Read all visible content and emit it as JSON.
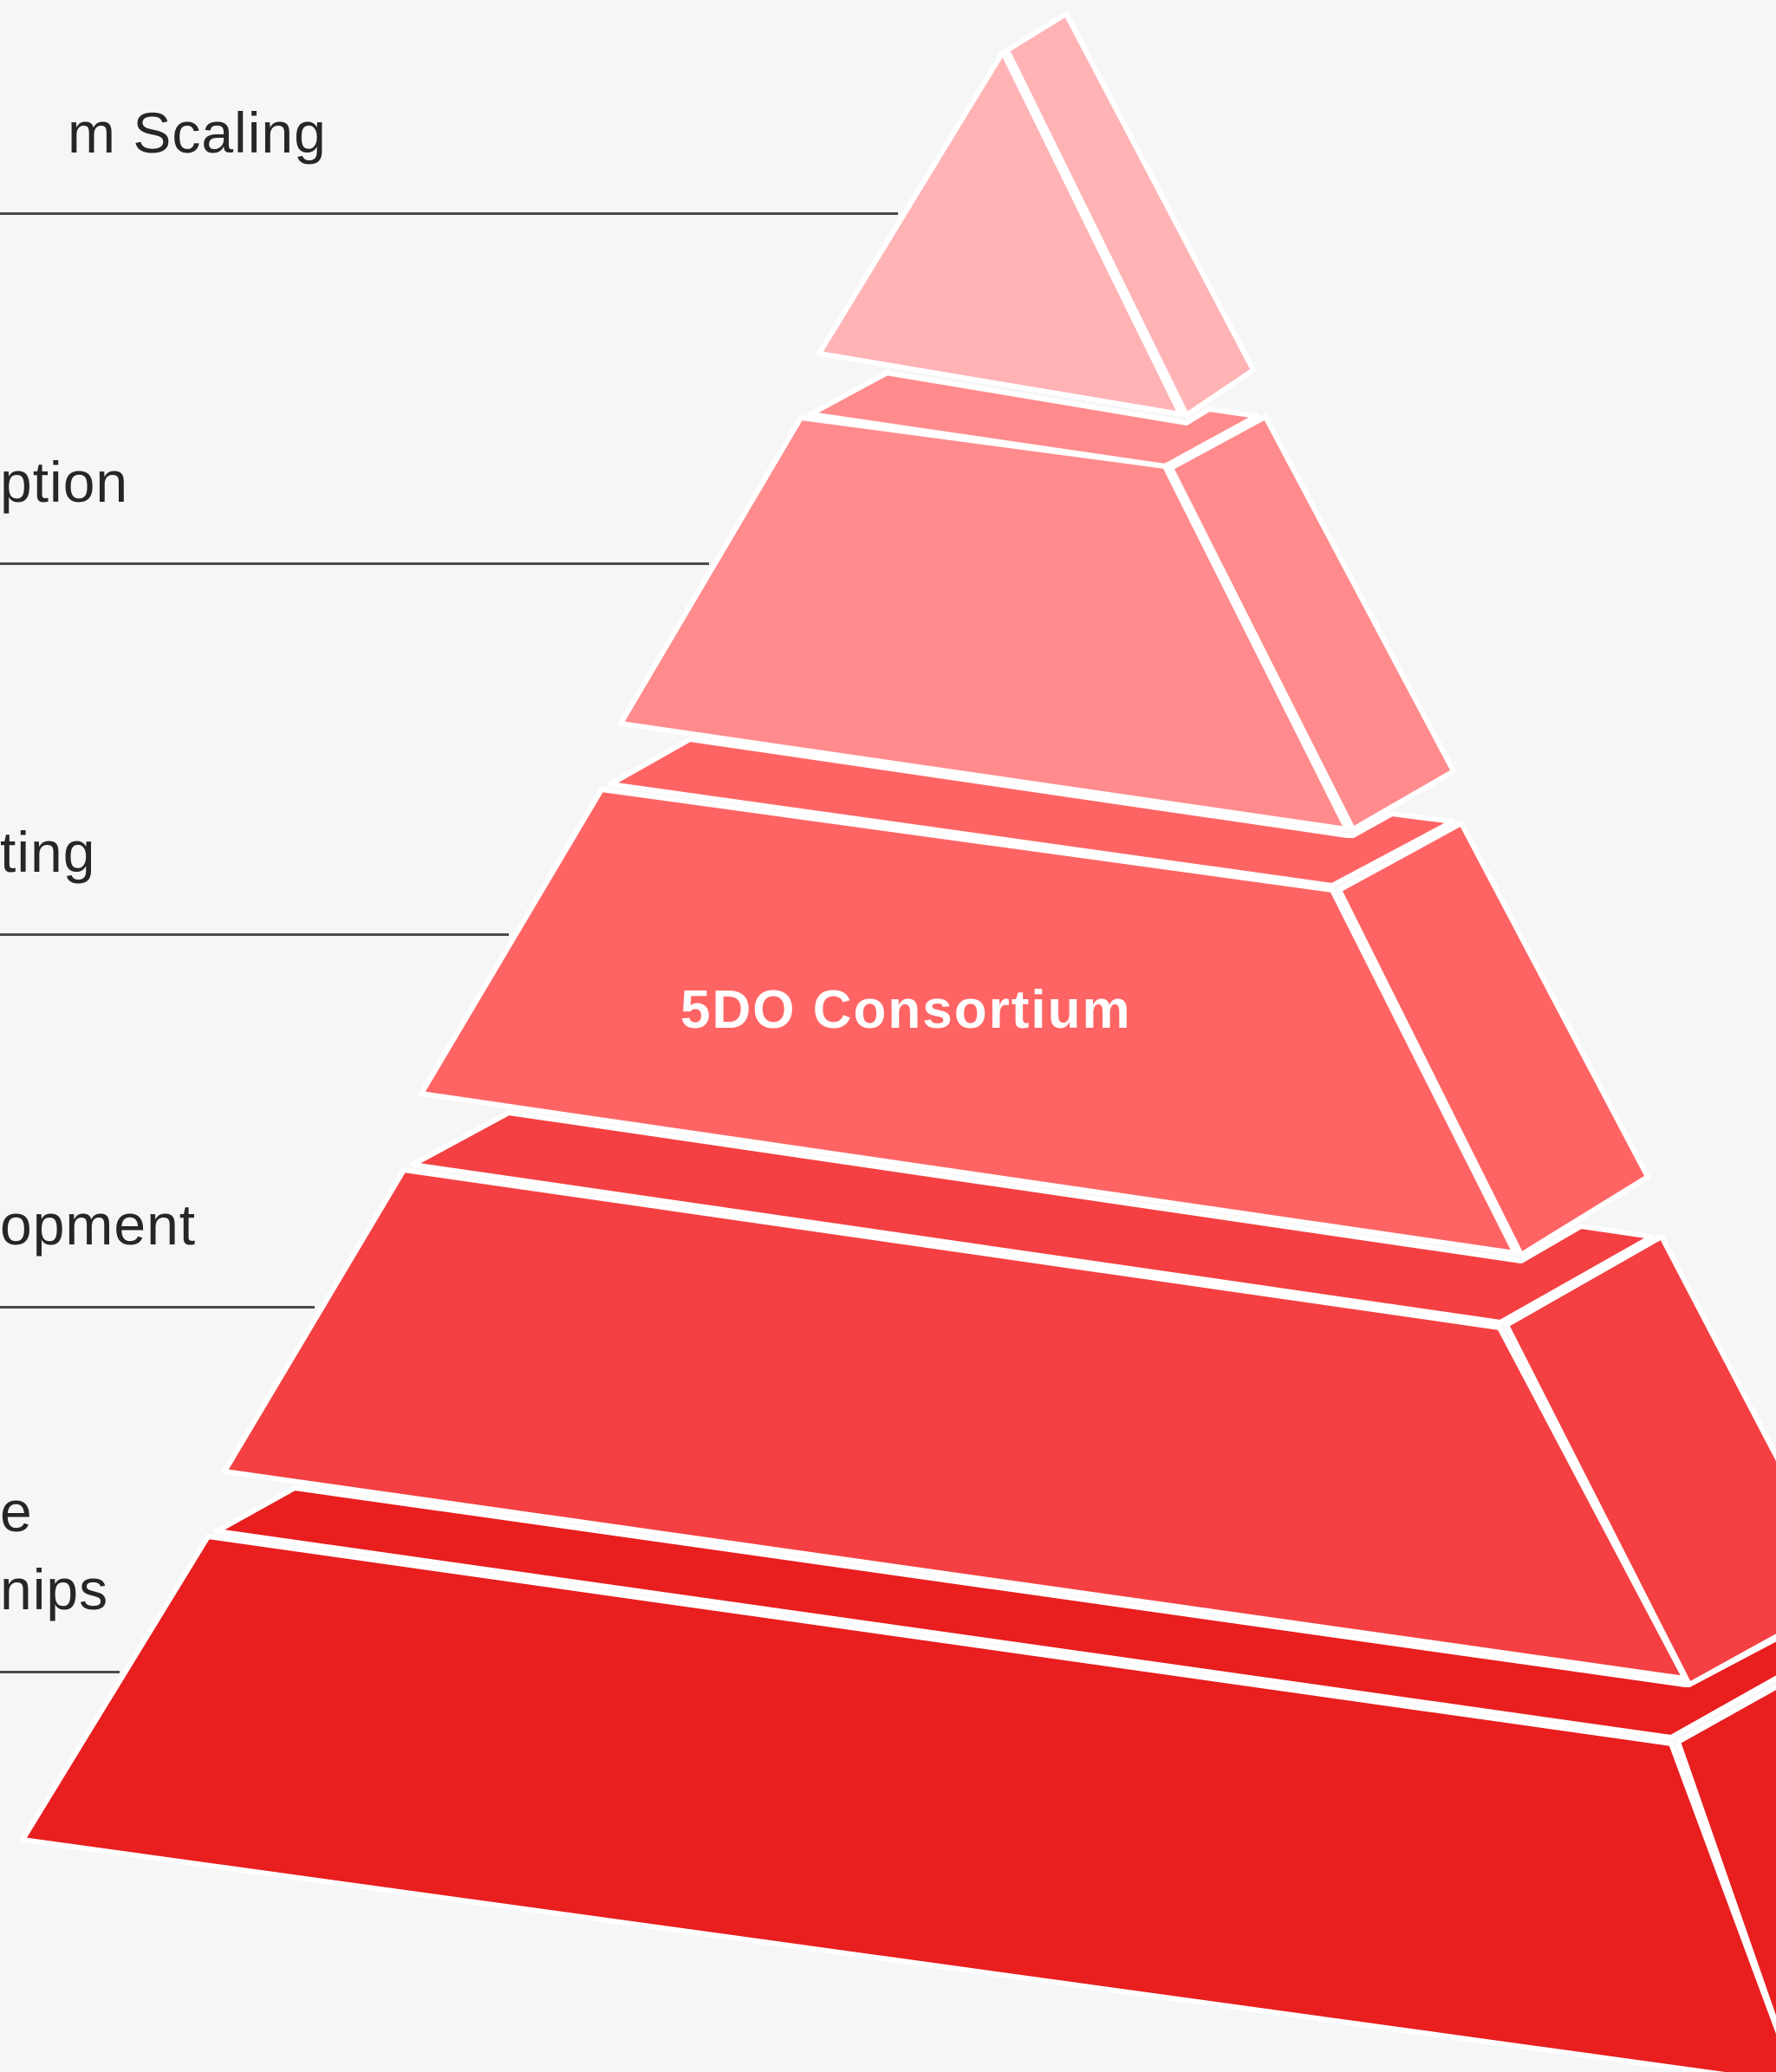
{
  "labels": [
    {
      "text": "m Scaling"
    },
    {
      "text": "ption"
    },
    {
      "text": "ting"
    },
    {
      "text": "opment"
    },
    {
      "text": "e"
    },
    {
      "text": "nips"
    }
  ],
  "center_label": "5DO Consortium",
  "colors": {
    "background": "#f6f6f6",
    "tier1": "#ffb3b5",
    "tier2": "#ff8b8c",
    "tier3": "#ff6464",
    "tier4": "#f44042",
    "tier5": "#e81e1f",
    "outline": "#ffffff",
    "text": "#262626"
  }
}
